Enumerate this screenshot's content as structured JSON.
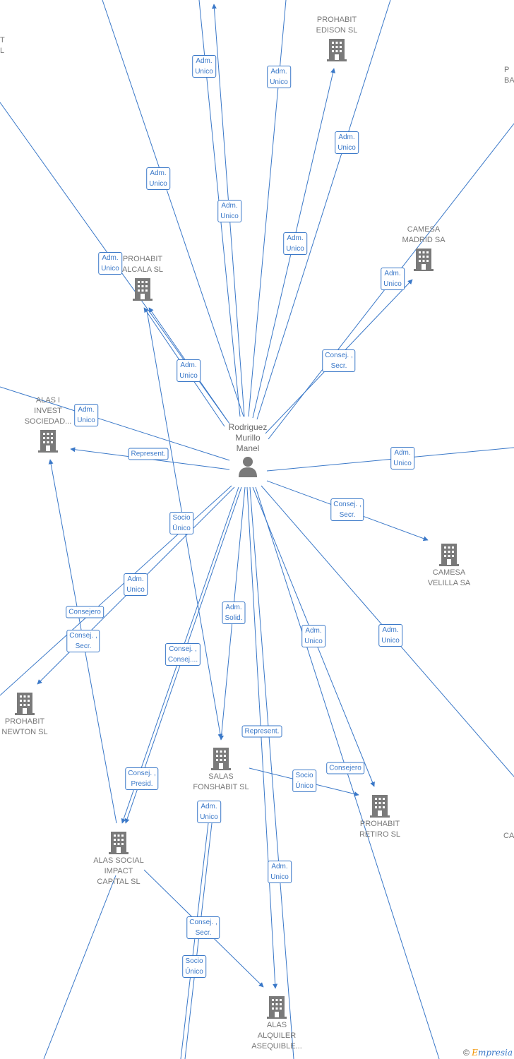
{
  "center": {
    "name": "Rodriguez\nMurillo\nManel",
    "icon": "person-icon"
  },
  "companies": [
    {
      "id": "edison",
      "label": "PROHABIT\nEDISON  SL",
      "icon": "building-icon"
    },
    {
      "id": "alcala",
      "label": "PROHABIT\nALCALA  SL",
      "icon": "building-icon"
    },
    {
      "id": "camesa-madrid",
      "label": "CAMESA\nMADRID SA",
      "icon": "building-icon"
    },
    {
      "id": "alas-invest",
      "label": "ALAS I\nINVEST\nSOCIEDAD...",
      "icon": "building-icon"
    },
    {
      "id": "camesa-velilla",
      "label": "CAMESA\nVELILLA SA",
      "icon": "building-icon"
    },
    {
      "id": "newton",
      "label": "PROHABIT\nNEWTON  SL",
      "icon": "building-icon"
    },
    {
      "id": "salas",
      "label": "SALAS\nFONSHABIT  SL",
      "icon": "building-icon"
    },
    {
      "id": "retiro",
      "label": "PROHABIT\nRETIRO  SL",
      "icon": "building-icon"
    },
    {
      "id": "alas-social",
      "label": "ALAS SOCIAL\nIMPACT\nCAPITAL  SL",
      "icon": "building-icon"
    },
    {
      "id": "alas-alquiler",
      "label": "ALAS\nALQUILER\nASEQUIBLE...",
      "icon": "building-icon"
    }
  ],
  "partial_labels": [
    {
      "id": "top-left",
      "text": "T\nL"
    },
    {
      "id": "top-right",
      "text": "P\nBA"
    },
    {
      "id": "right-mid",
      "text": "CA"
    }
  ],
  "edge_labels": [
    "Adm.\nUnico",
    "Adm.\nUnico",
    "Adm.\nUnico",
    "Adm.\nUnico",
    "Adm.\nUnico",
    "Adm.\nUnico",
    "Adm.\nUnico",
    "Adm.\nUnico",
    "Adm.\nUnico",
    "Consej. ,\nSecr.",
    "Adm.\nUnico",
    "Represent.",
    "Adm.\nUnico",
    "Consej. ,\nSecr.",
    "Socio\nÚnico",
    "Adm.\nUnico",
    "Consejero",
    "Consej. ,\nSecr.",
    "Adm.\nSolid.",
    "Consej. ,\nConsej....",
    "Adm.\nUnico",
    "Adm.\nUnico",
    "Represent.",
    "Consejero",
    "Socio\nÚnico",
    "Consej. ,\nPresid.",
    "Adm.\nUnico",
    "Adm.\nUnico",
    "Consej. ,\nSecr.",
    "Socio\nÚnico"
  ],
  "copyright": {
    "symbol": "©",
    "brand_initial": "E",
    "brand_rest": "mpresia"
  },
  "colors": {
    "edge": "#3a78c8",
    "node": "#777777",
    "icon": "#7a7a7a"
  }
}
